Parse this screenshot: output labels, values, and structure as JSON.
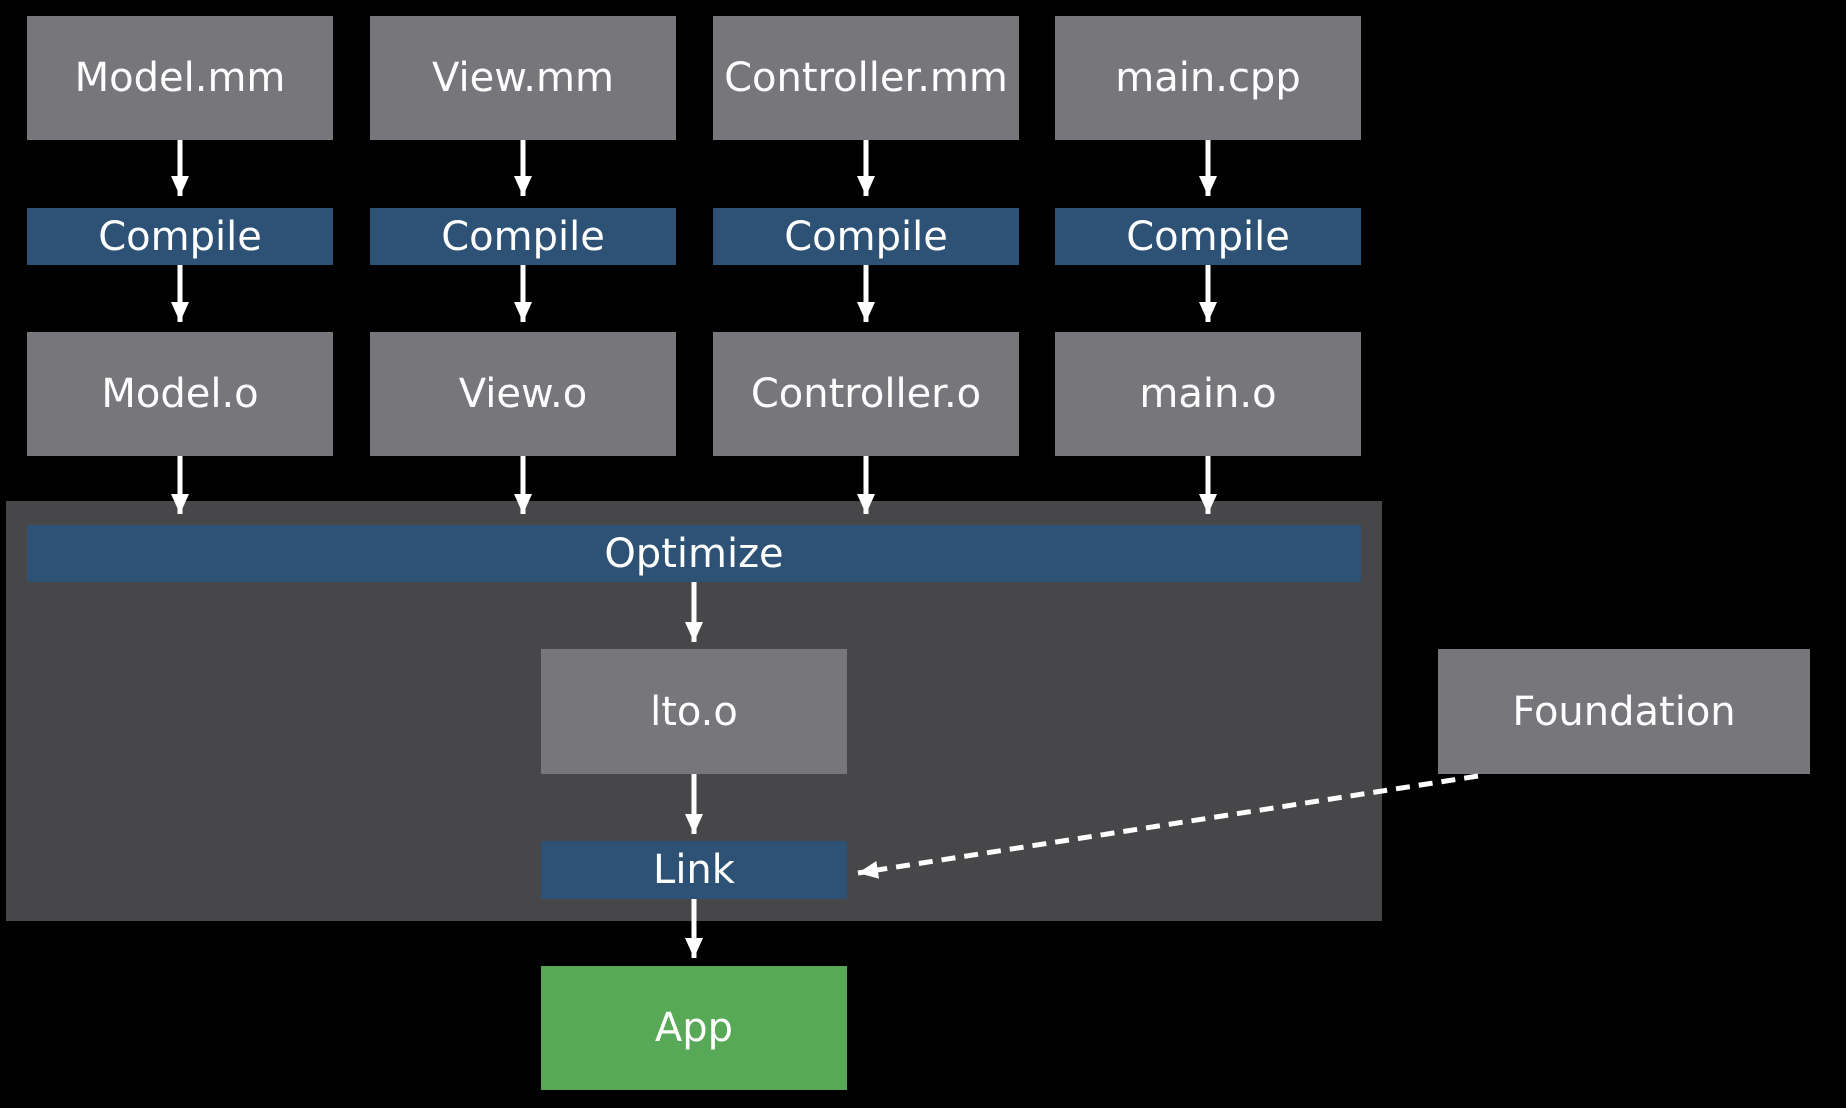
{
  "sources": [
    "Model.mm",
    "View.mm",
    "Controller.mm",
    "main.cpp"
  ],
  "compile_label": "Compile",
  "objects": [
    "Model.o",
    "View.o",
    "Controller.o",
    "main.o"
  ],
  "optimize_label": "Optimize",
  "lto_object": "lto.o",
  "library": "Foundation",
  "link_label": "Link",
  "output": "App",
  "colors": {
    "background": "#000000",
    "file_box": "#77767a",
    "step_box": "#2e5276",
    "lto_region": "#474749",
    "output_box": "#57a857",
    "text": "#ffffff"
  }
}
